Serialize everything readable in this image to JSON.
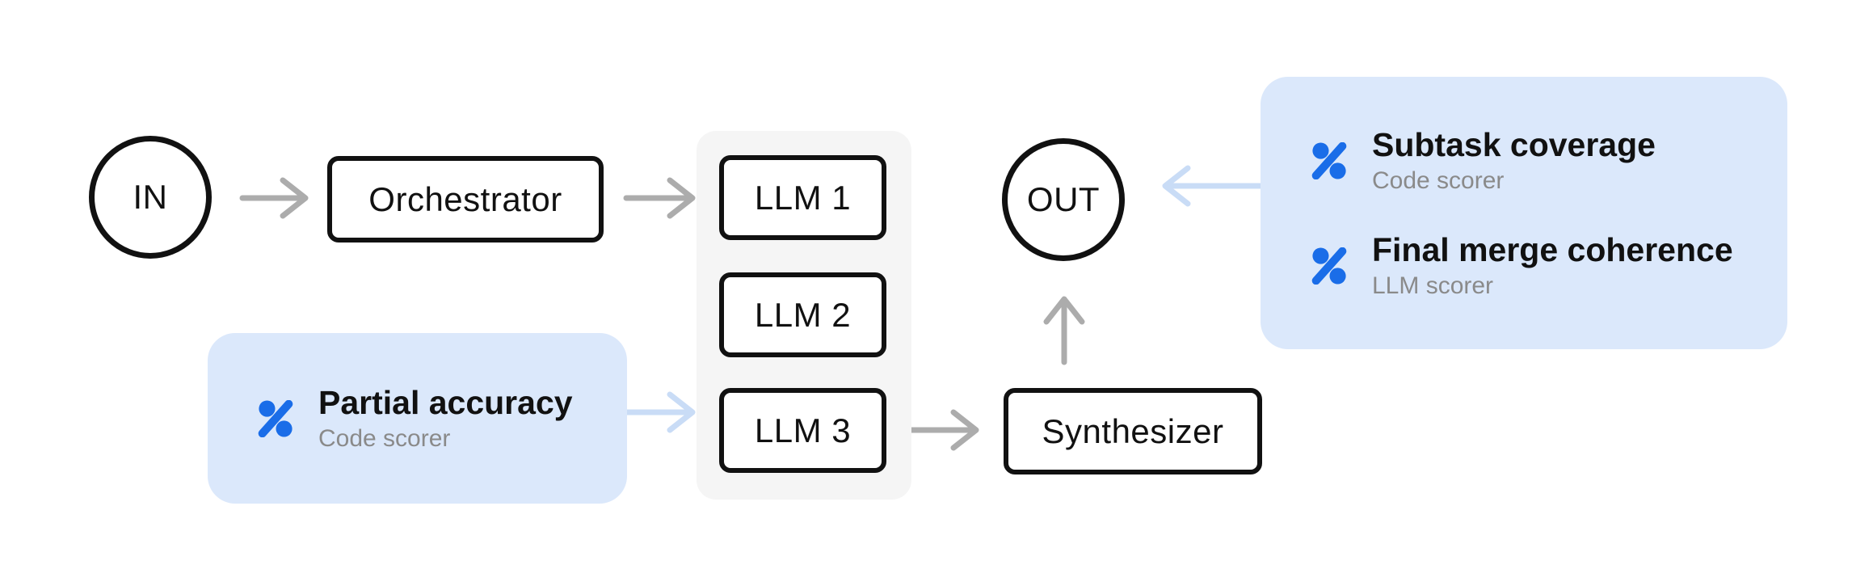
{
  "nodes": {
    "in": "IN",
    "orchestrator": "Orchestrator",
    "llms": [
      "LLM 1",
      "LLM 2",
      "LLM 3"
    ],
    "synthesizer": "Synthesizer",
    "out": "OUT"
  },
  "callouts": {
    "partial_accuracy": {
      "title": "Partial accuracy",
      "subtitle": "Code scorer",
      "icon": "percent-scorer-icon"
    },
    "subtask_coverage": {
      "title": "Subtask coverage",
      "subtitle": "Code scorer",
      "icon": "percent-scorer-icon"
    },
    "final_merge_coherence": {
      "title": "Final merge coherence",
      "subtitle": "LLM scorer",
      "icon": "percent-scorer-icon"
    }
  },
  "colors": {
    "accent_blue": "#1a6de8",
    "callout_bg": "#dbe8fb",
    "callout_arrow": "#c9dcf6",
    "flow_arrow": "#acacac",
    "llm_group_bg": "#f5f5f5",
    "node_border": "#111111",
    "subtitle_gray": "#8a8a8a",
    "background": "#ffffff"
  }
}
